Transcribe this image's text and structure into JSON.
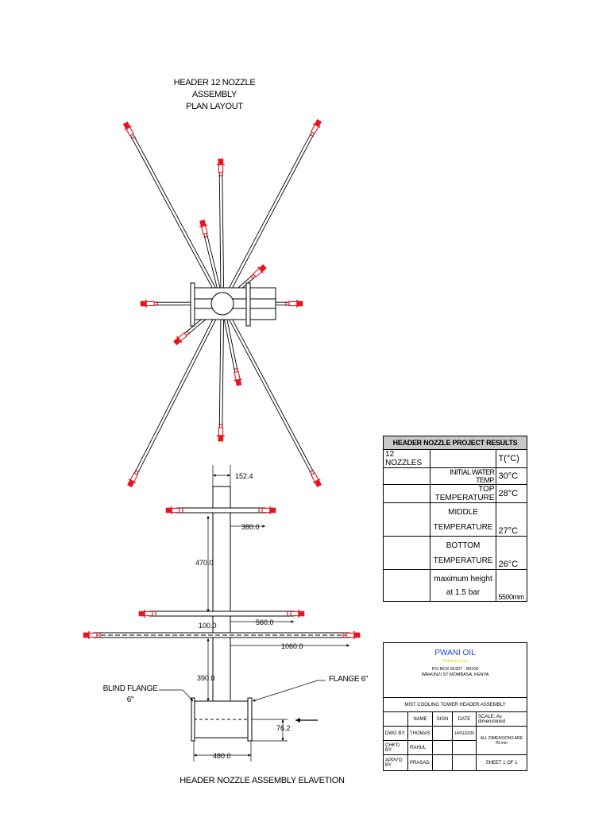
{
  "plan": {
    "title_line1": "HEADER 12 NOZZLE ASSEMBLY",
    "title_line2": "PLAN LAYOUT"
  },
  "elevation": {
    "title": "HEADER NOZZLE ASSEMBLY ELAVETION",
    "blind_flange_line1": "BLIND FLANGE",
    "blind_flange_line2": "6\"",
    "flange_label": "FLANGE 6\"",
    "dimensions": {
      "pipe_width": "152.4",
      "upper_arm": "380.0",
      "upper_spacing": "470.0",
      "mid_spacing": "100.0",
      "mid_arm": "560.0",
      "long_arm": "1060.0",
      "lower_spacing": "390.0",
      "header_dia": "76.2",
      "header_length": "480.0"
    }
  },
  "results": {
    "header": "HEADER NOZZLE PROJECT RESULTS",
    "rows": [
      {
        "c1": "12 NOZZLES",
        "c2": "",
        "c3": "T(°C)"
      },
      {
        "c1": "",
        "c2": "INITIAL WATER TEMP.",
        "c3": "30°C"
      },
      {
        "c1": "",
        "c2": "TOP TEMPERATURE",
        "c3": "28°C"
      },
      {
        "c1": "",
        "c2": "MIDDLE TEMPERATURE",
        "c3": "27°C"
      },
      {
        "c1": "",
        "c2": "BOTTOM TEMPERATURE",
        "c3": "26°C"
      },
      {
        "c1": "",
        "c2": "maximum height at 1.5 bar",
        "c3": "5500mm"
      }
    ]
  },
  "titleblock": {
    "company": "PWANI OIL",
    "tagline": "Refining Lives",
    "address_line1": "P.O BOX 81927 - 80100",
    "address_line2": "WAHUNZI ST MOMBASA, KENYA",
    "project": "MIST COOLING TOWER HEADER ASSEMBLY",
    "col_name": "NAME",
    "col_sign": "SIGN",
    "col_date": "DATE",
    "scale": "SCALE: As dimensioned",
    "dwg_by_label": "DWG BY:",
    "dwg_by_name": "THOMAS",
    "dwg_date": "14/01/2025",
    "chkd_by_label": "CHK'D BY:",
    "chkd_by_name": "RAHUL",
    "dims_note": "ALL DIMENSIONS ARE IN mm",
    "appd_by_label": "APPV'D BY",
    "appd_by_name": "PRASAD",
    "sheet": "SHEET 1 OF 1"
  },
  "colors": {
    "nozzle": "#e8141e",
    "line": "#000000",
    "table_header": "#c8c8c8",
    "company": "#1a4bd6",
    "tagline": "#e5d800"
  }
}
